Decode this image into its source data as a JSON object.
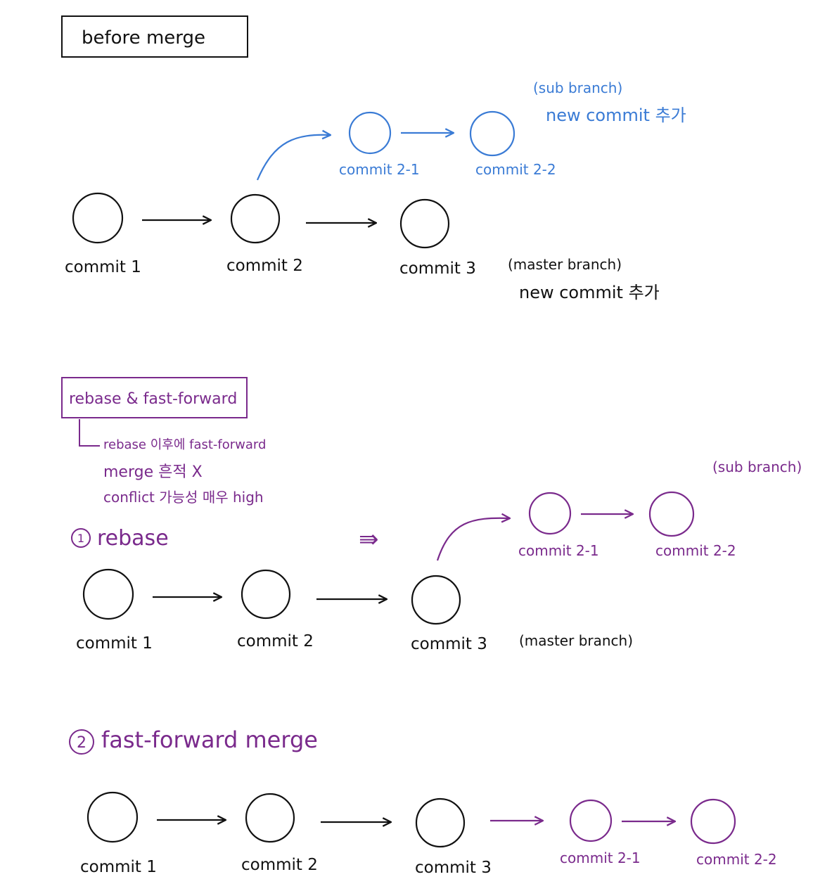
{
  "colors": {
    "black": "#111111",
    "blue": "#3a7bd5",
    "purple": "#7a2a8c"
  },
  "before": {
    "title": "before merge",
    "sub_label_1": "(sub branch)",
    "sub_label_2": "new commit 추가",
    "master_label_1": "(master branch)",
    "master_label_2": "new commit 추가",
    "commits": [
      "commit 1",
      "commit 2",
      "commit 3"
    ],
    "sub_commits": [
      "commit 2-1",
      "commit 2-2"
    ]
  },
  "rebase_section": {
    "title": "rebase & fast-forward",
    "note_1": "rebase 이후에 fast-forward",
    "note_2": "merge 흔적 X",
    "note_3": "conflict 가능성 매우 high",
    "step1_num": "1",
    "step1": "rebase",
    "arrow_mark": "⇛",
    "sub_label": "(sub branch)",
    "master_label": "(master branch)",
    "commits": [
      "commit 1",
      "commit 2",
      "commit 3"
    ],
    "sub_commits": [
      "commit 2-1",
      "commit 2-2"
    ]
  },
  "ff_section": {
    "step2_num": "2",
    "step2": "fast-forward merge",
    "commits": [
      "commit 1",
      "commit 2",
      "commit 3"
    ],
    "sub_commits": [
      "commit 2-1",
      "commit 2-2"
    ]
  }
}
